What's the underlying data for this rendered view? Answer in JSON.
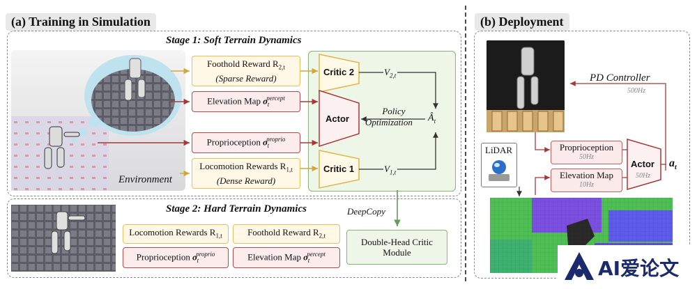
{
  "left": {
    "title": "(a) Training in Simulation",
    "stage1": {
      "title": "Stage 1: Soft Terrain Dynamics",
      "environment": "Environment",
      "foothold": {
        "line1": "Foothold Reward R",
        "sub": "2,t",
        "line2": "(Sparse Reward)"
      },
      "elevation": {
        "text": "Elevation Map",
        "var": "o",
        "sub": "t",
        "sup": "percept"
      },
      "proprio": {
        "text": "Proprioception",
        "var": "o",
        "sub": "t",
        "sup": "proprio"
      },
      "locomotion": {
        "line1": "Locomotion Rewards R",
        "sub": "1,t",
        "line2": "(Dense Reward)"
      },
      "critic2": "Critic 2",
      "critic1": "Critic 1",
      "actor": "Actor",
      "v2": {
        "v": "V",
        "sub": "2,t"
      },
      "v1": {
        "v": "V",
        "sub": "1,t"
      },
      "advantage": {
        "v": "Â",
        "sub": "t"
      },
      "policy_opt": {
        "line1": "Policy",
        "line2": "Optimization"
      }
    },
    "deepcopy": "DeepCopy",
    "stage2": {
      "title": "Stage 2: Hard Terrain Dynamics",
      "locomotion": {
        "text": "Locomotion Rewards R",
        "sub": "1,t"
      },
      "foothold": {
        "text": "Foothold Reward R",
        "sub": "2,t"
      },
      "proprio": {
        "text": "Proprioception",
        "var": "o",
        "sub": "t",
        "sup": "proprio"
      },
      "elevation": {
        "text": "Elevation Map",
        "var": "o",
        "sub": "t",
        "sup": "percept"
      },
      "critic_module": {
        "line1": "Double-Head Critic",
        "line2": "Module"
      }
    }
  },
  "right": {
    "title": "(b) Deployment",
    "pd": {
      "label": "PD Controller",
      "freq": "500Hz"
    },
    "lidar": "LiDAR",
    "proprio": {
      "label": "Proprioception",
      "freq": "50Hz"
    },
    "elevation": {
      "label": "Elevation Map",
      "freq": "10Hz"
    },
    "actor": {
      "label": "Actor",
      "freq": "50Hz"
    },
    "action": {
      "v": "a",
      "sub": "t"
    }
  },
  "watermark": "AI爱论文",
  "colors": {
    "arrow_red": "#a83838",
    "arrow_dark": "#444444",
    "arrow_green": "#6a9a5a",
    "actor_fill": "#fdf0f0",
    "critic_fill": "#fff9e8"
  }
}
